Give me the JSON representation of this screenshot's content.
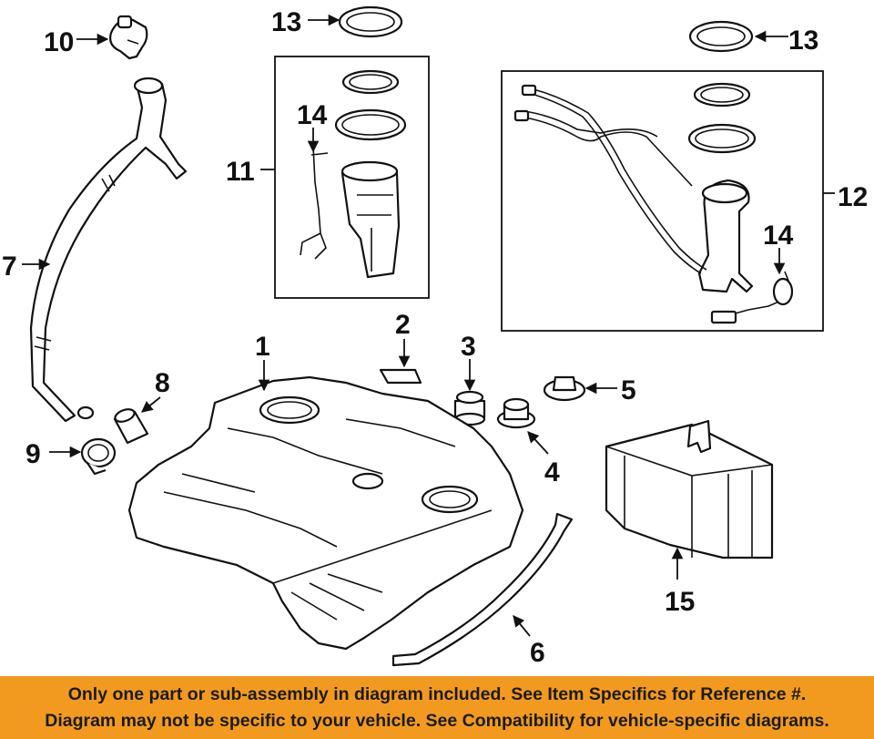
{
  "callouts": {
    "c1": "1",
    "c2": "2",
    "c3": "3",
    "c4": "4",
    "c5": "5",
    "c6": "6",
    "c7": "7",
    "c8": "8",
    "c9": "9",
    "c10": "10",
    "c11": "11",
    "c12": "12",
    "c13a": "13",
    "c13b": "13",
    "c14a": "14",
    "c14b": "14",
    "c15": "15"
  },
  "banner": {
    "line1": "Only one part or sub-assembly in diagram included. See Item Specifics for Reference #.",
    "line2": "Diagram may not be specific to your vehicle. See Compatibility for vehicle-specific diagrams."
  },
  "colors": {
    "banner_bg": "#f29a1f",
    "ink": "#111111",
    "background": "#ffffff"
  }
}
